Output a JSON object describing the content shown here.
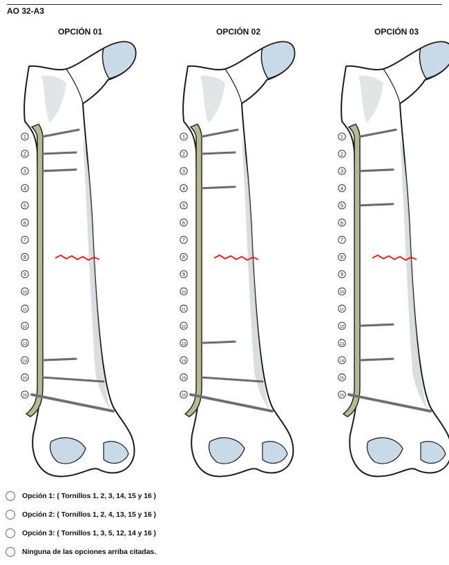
{
  "header": {
    "title": "AO 32-A3"
  },
  "columns": [
    {
      "title": "OPCIÓN 01",
      "screws": [
        "1",
        "2",
        "3",
        "14",
        "15",
        "16"
      ]
    },
    {
      "title": "OPCIÓN 02",
      "screws": [
        "1",
        "2",
        "4",
        "13",
        "15",
        "16"
      ]
    },
    {
      "title": "OPCIÓN 03",
      "screws": [
        "1",
        "3",
        "5",
        "12",
        "14",
        "16"
      ]
    }
  ],
  "hole_numbers": [
    "1",
    "2",
    "3",
    "4",
    "5",
    "6",
    "7",
    "8",
    "9",
    "10",
    "11",
    "12",
    "13",
    "14",
    "15",
    "16"
  ],
  "options": [
    {
      "label": "Opción 1: ( Tornillos  1,  2,  3,  14,  15 y 16 )"
    },
    {
      "label": "Opción 2: ( Tornillos  1,  2,  4,  13,  15 y 16 )"
    },
    {
      "label": "Opción 3: ( Tornillos  1,  3,  5,  12,  14 y  16 )"
    },
    {
      "label": "Ninguna de las opciones arriba citadas."
    }
  ],
  "colors": {
    "bone_fill": "#ffffff",
    "bone_outline": "#1a1a1a",
    "bone_shade": "#cfd4d8",
    "cartilage": "#c9d9e6",
    "plate": "#b8b895",
    "screw": "#777777",
    "fracture": "#e32020"
  }
}
